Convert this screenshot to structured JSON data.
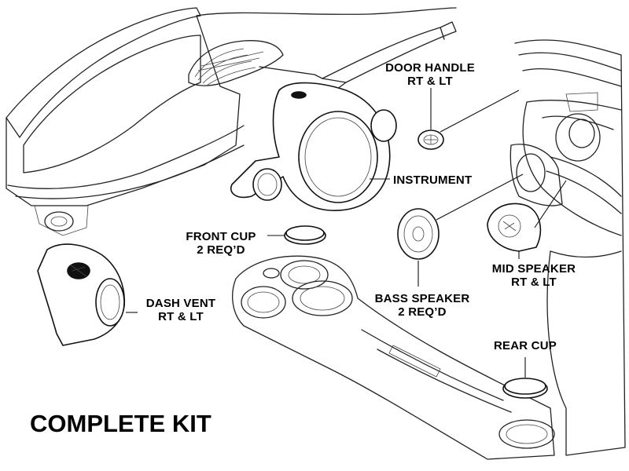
{
  "title": "COMPLETE KIT",
  "labels": {
    "door_handle": [
      "DOOR HANDLE",
      "RT & LT"
    ],
    "instrument": [
      "INSTRUMENT"
    ],
    "front_cup": [
      "FRONT CUP",
      "2 REQ’D"
    ],
    "dash_vent": [
      "DASH VENT",
      "RT & LT"
    ],
    "bass_speaker": [
      "BASS SPEAKER",
      "2 REQ’D"
    ],
    "mid_speaker": [
      "MID SPEAKER",
      "RT & LT"
    ],
    "rear_cup": [
      "REAR CUP"
    ]
  },
  "colors": {
    "line": "#111111",
    "background": "#ffffff"
  }
}
